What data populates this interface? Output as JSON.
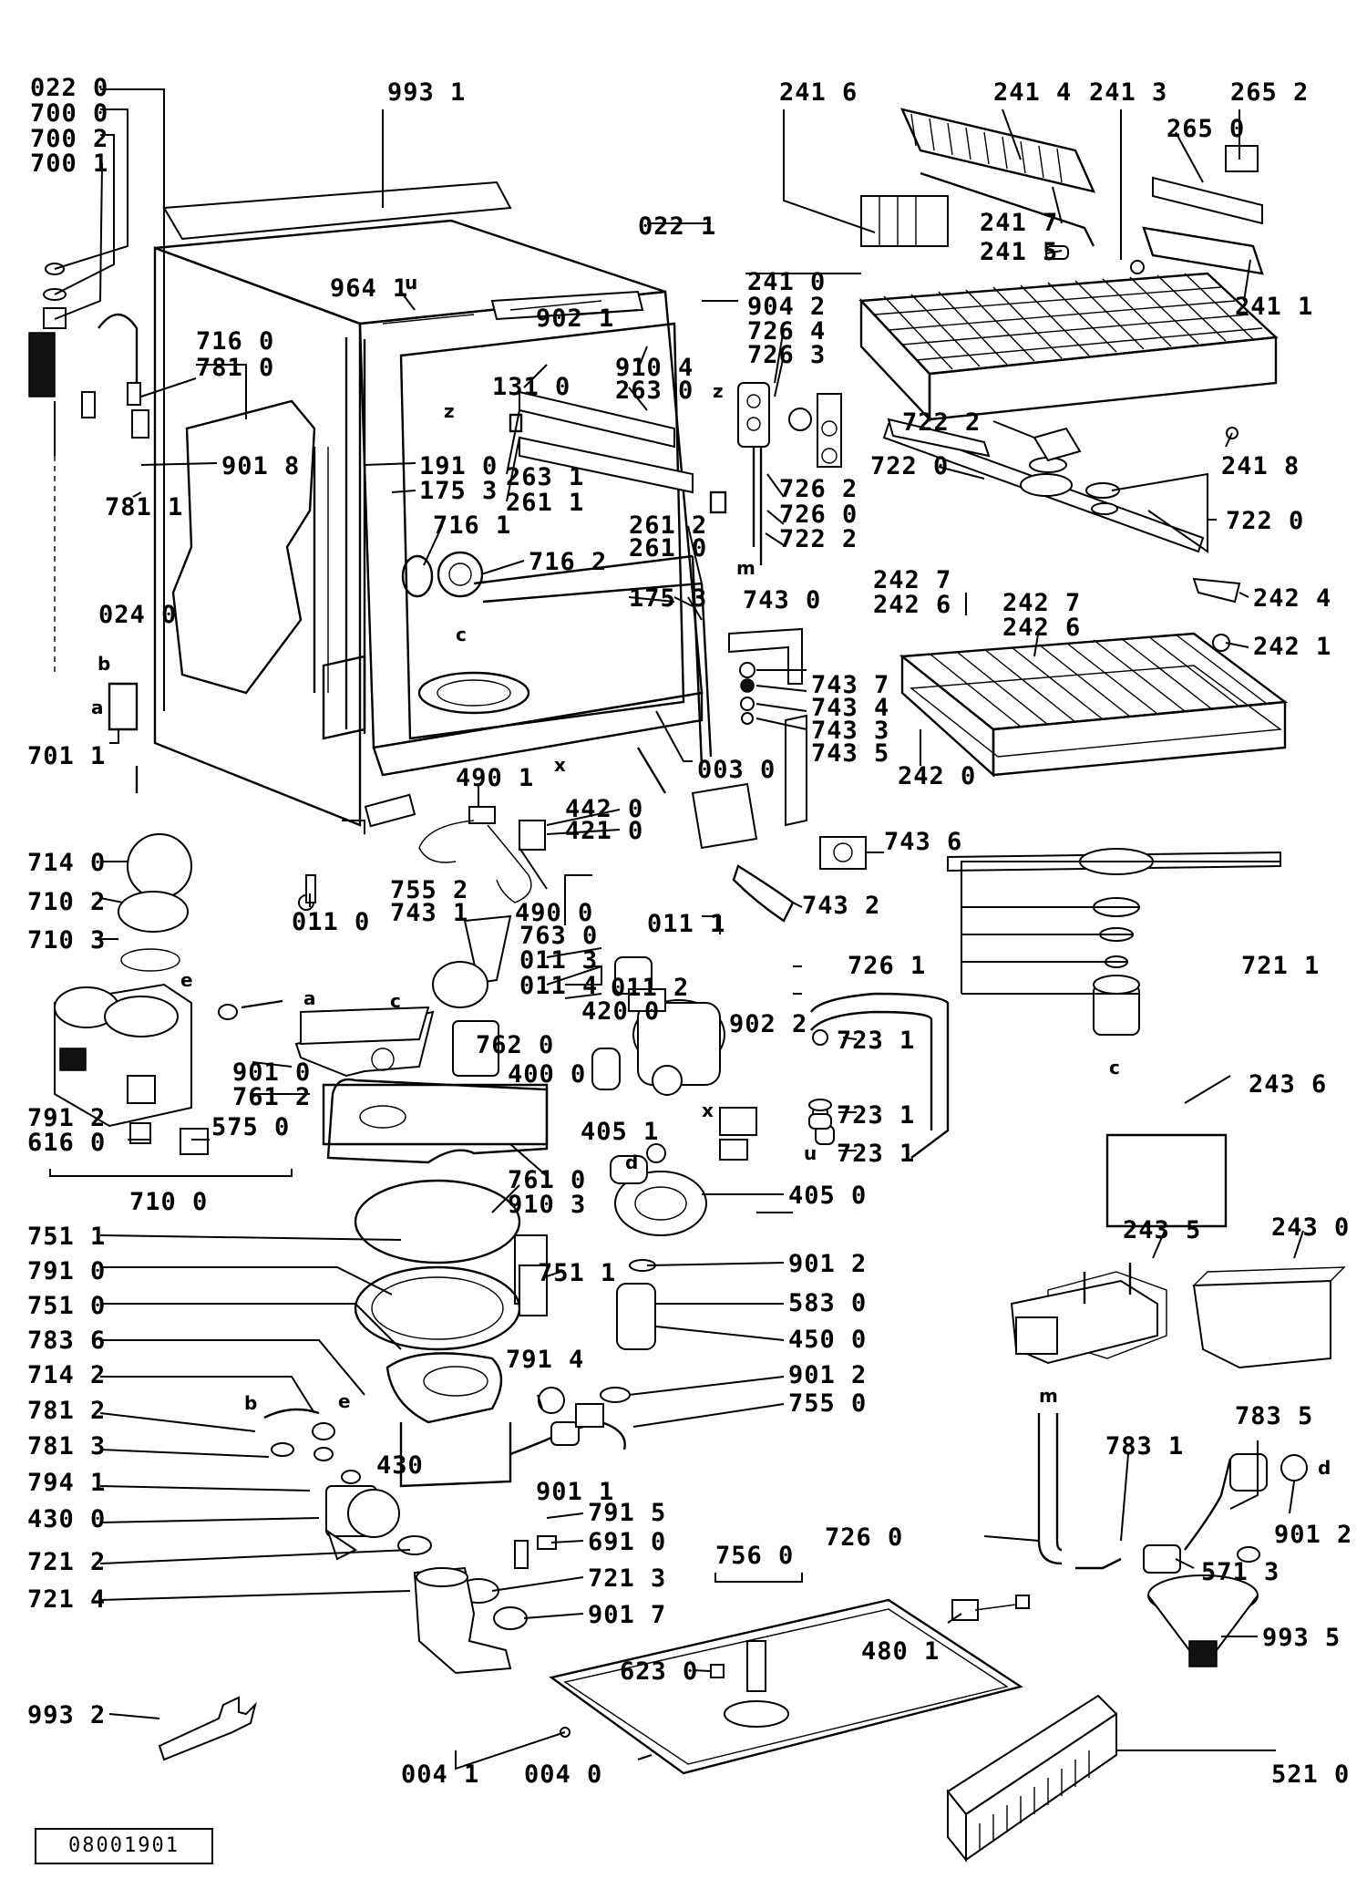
{
  "drawing_code": "08001901",
  "part_labels": [
    "022 0",
    "700 0",
    "700 2",
    "700 1",
    "993 1",
    "022 1",
    "241 6",
    "241 4",
    "241 3",
    "265 2",
    "265 0",
    "964 1",
    "902 1",
    "904 2",
    "241 0",
    "241 7",
    "241 5",
    "241 1",
    "241 8",
    "716 0",
    "781 0",
    "726 4",
    "726 3",
    "910 4",
    "263 0",
    "131 0",
    "722 2",
    "722 0",
    "722 0",
    "901 8",
    "191 0",
    "175 3",
    "263 1",
    "261 1",
    "781 1",
    "726 2",
    "726 0",
    "722 2",
    "716 1",
    "716 2",
    "261 2",
    "261 0",
    "175 3",
    "743 0",
    "242 7",
    "242 6",
    "242 7",
    "242 6",
    "242 4",
    "242 1",
    "024 0",
    "743 7",
    "743 4",
    "743 3",
    "743 5",
    "701 1",
    "003 0",
    "242 0",
    "490 1",
    "442 0",
    "421 0",
    "743 6",
    "714 0",
    "755 2",
    "743 1",
    "011 0",
    "490 0",
    "743 2",
    "710 2",
    "763 0",
    "011 1",
    "011 3",
    "011 4",
    "721 1",
    "710 3",
    "011 2",
    "902 2",
    "726 1",
    "420 0",
    "400 0",
    "723 1",
    "901 0",
    "761 2",
    "762 0",
    "243 6",
    "791 2",
    "616 0",
    "575 0",
    "723 1",
    "405 1",
    "723 1",
    "710 0",
    "761 0",
    "910 3",
    "405 0",
    "243 5",
    "243 0",
    "751 1",
    "901 2",
    "791 0",
    "751 1",
    "751 0",
    "583 0",
    "783 6",
    "450 0",
    "714 2",
    "791 4",
    "901 2",
    "755 0",
    "781 2",
    "783 5",
    "781 3",
    "783 1",
    "794 1",
    "430",
    "901 1",
    "430 0",
    "791 5",
    "726 0",
    "901 2",
    "691 0",
    "721 2",
    "571 3",
    "721 3",
    "756 0",
    "721 4",
    "901 7",
    "993 5",
    "480 1",
    "623 0",
    "993 2",
    "004 1",
    "004 0",
    "521 0"
  ],
  "connector_letters": [
    "u",
    "z",
    "z",
    "m",
    "c",
    "b",
    "a",
    "e",
    "a",
    "c",
    "x",
    "d",
    "c",
    "u",
    "x",
    "b",
    "e",
    "m",
    "d"
  ],
  "icons": [
    "dishwasher-tub",
    "upper-basket",
    "lower-basket",
    "spray-arm",
    "pump-motor",
    "filter-assembly",
    "salt-container",
    "control-panel",
    "cutlery-basket",
    "funnel",
    "wrench"
  ]
}
